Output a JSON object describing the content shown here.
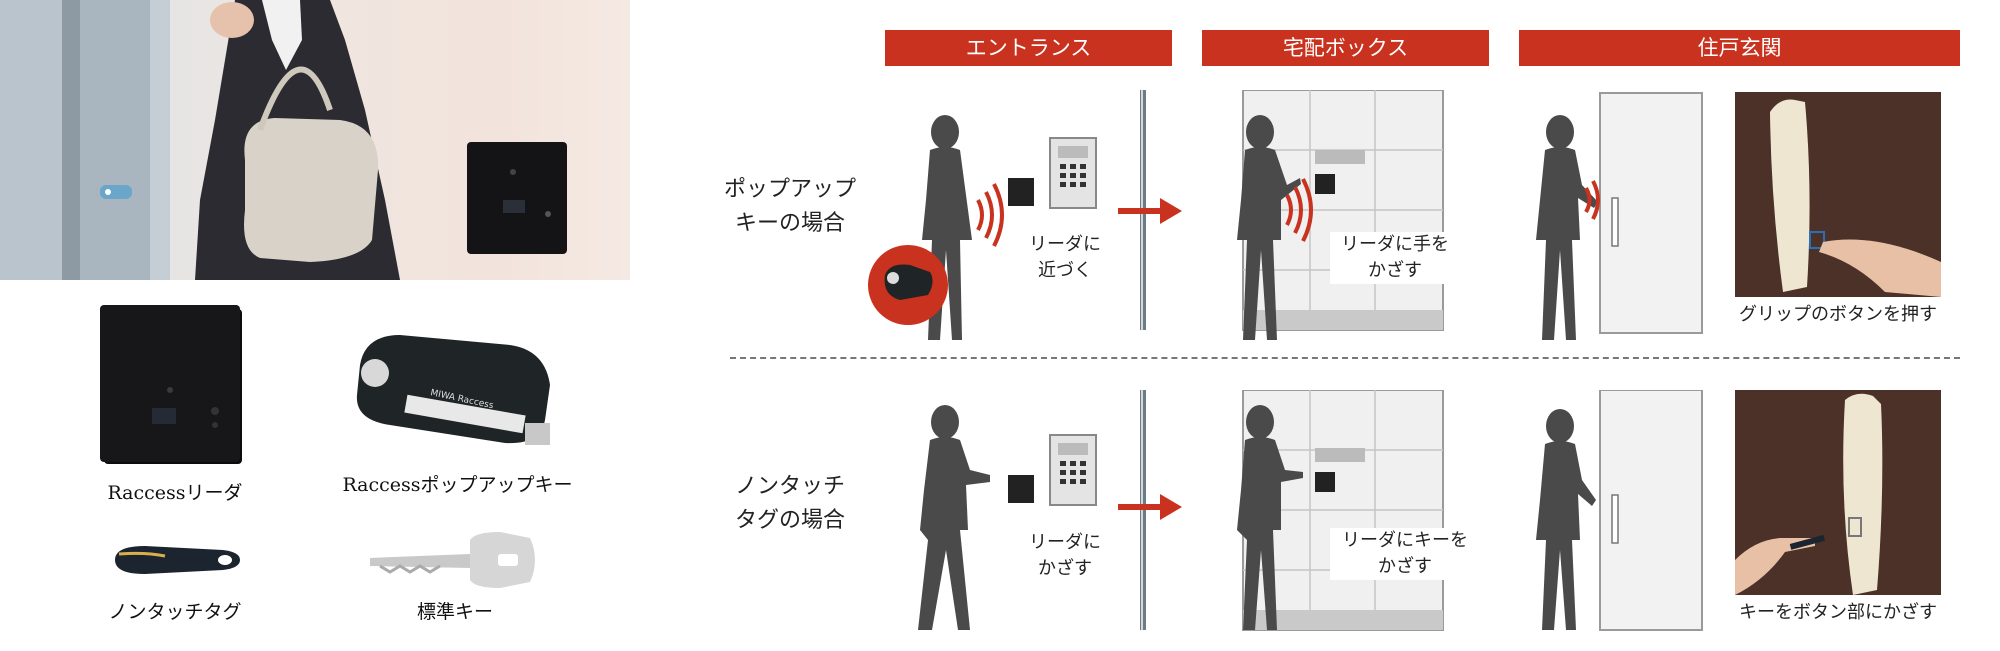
{
  "headers": [
    "エントランス",
    "宅配ボックス",
    "住戸玄関"
  ],
  "rows": [
    {
      "label_line1": "ポップアップ",
      "label_line2": "キーの場合",
      "entrance_caption_1": "リーダに",
      "entrance_caption_2": "近づく",
      "delivery_caption_1": "リーダに手を",
      "delivery_caption_2": "かざす",
      "door_caption": "グリップのボタンを押す"
    },
    {
      "label_line1": "ノンタッチ",
      "label_line2": "タグの場合",
      "entrance_caption_1": "リーダに",
      "entrance_caption_2": "かざす",
      "delivery_caption_1": "リーダにキーを",
      "delivery_caption_2": "かざす",
      "door_caption": "キーをボタン部にかざす"
    }
  ],
  "products": {
    "reader": "Raccessリーダ",
    "popup_key": "Raccessポップアップキー",
    "tag": "ノンタッチタグ",
    "standard_key": "標準キー",
    "popup_key_logo": "MIWA Raccess"
  },
  "colors": {
    "accent": "#c8321e",
    "arrow": "#c8321e",
    "silhouette": "#4a4a4a"
  }
}
